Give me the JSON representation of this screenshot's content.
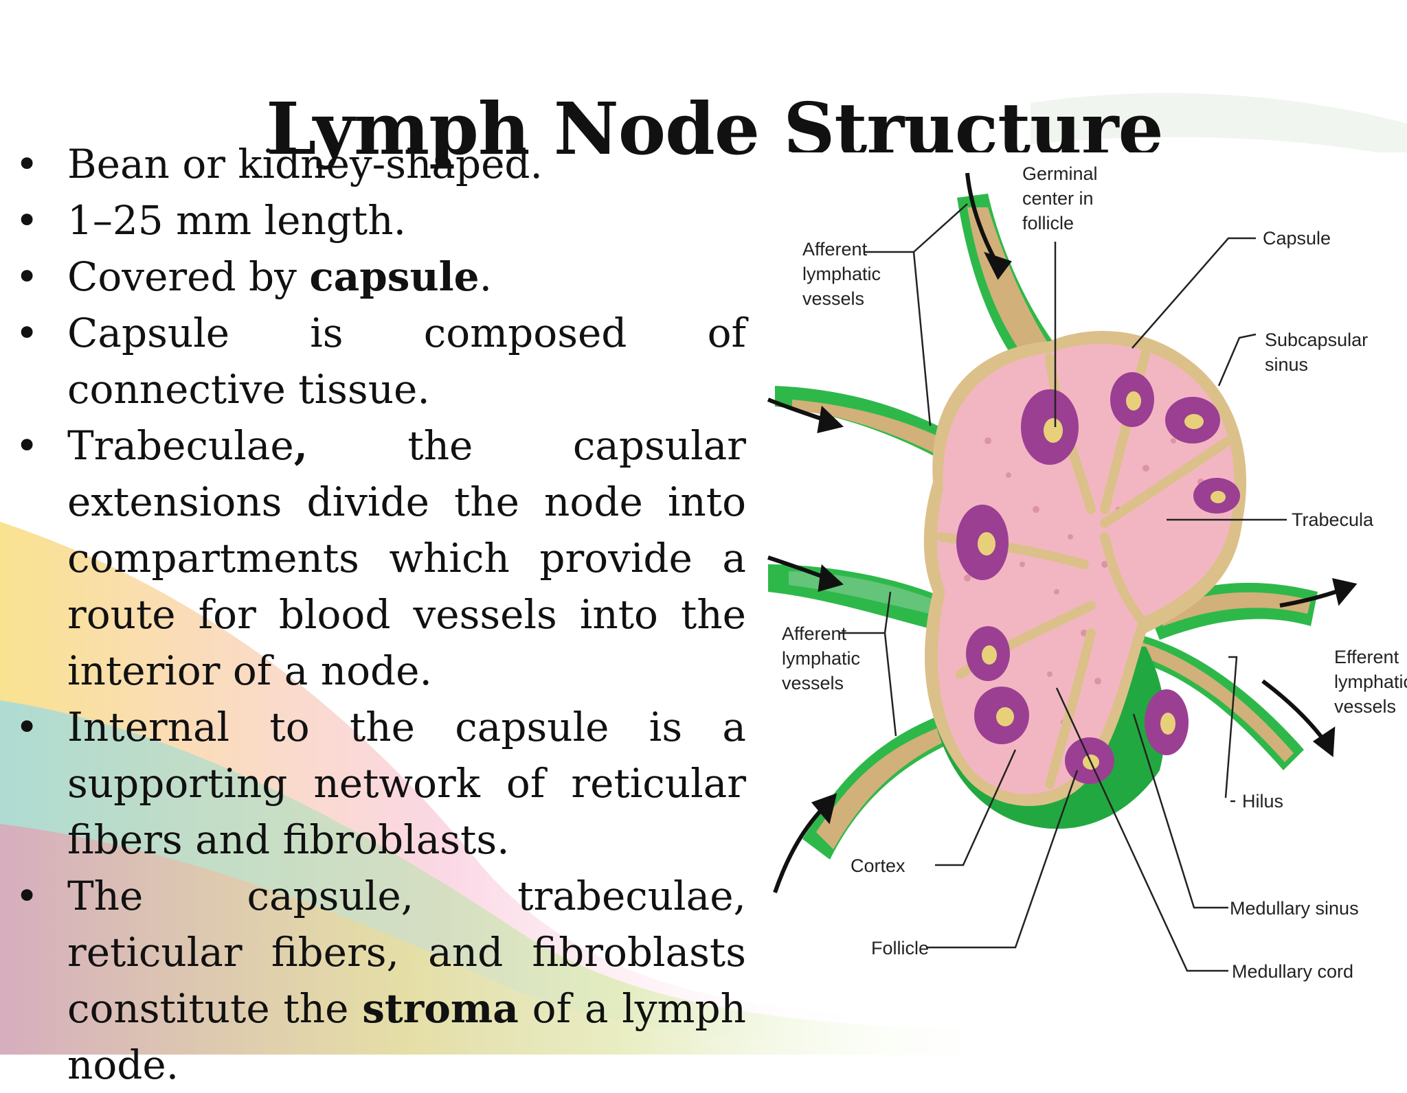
{
  "title": "Lymph Node Structure",
  "bullets": [
    {
      "parts": [
        {
          "text": "Bean or kidney-shaped.",
          "bold": false
        }
      ]
    },
    {
      "parts": [
        {
          "text": "1–25 mm length.",
          "bold": false
        }
      ]
    },
    {
      "parts": [
        {
          "text": "Covered by ",
          "bold": false
        },
        {
          "text": "capsule",
          "bold": true
        },
        {
          "text": ".",
          "bold": false
        }
      ]
    },
    {
      "parts": [
        {
          "text": "Capsule is composed of connective tissue.",
          "bold": false
        }
      ]
    },
    {
      "parts": [
        {
          "text": "Trabeculae",
          "bold": false
        },
        {
          "text": ",",
          "bold": true
        },
        {
          "text": " the capsular extensions divide the node into compartments which provide a route for blood vessels into the interior of a node.",
          "bold": false
        }
      ]
    },
    {
      "parts": [
        {
          "text": "Internal to the capsule is a supporting network of reticular fibers and fibroblasts.",
          "bold": false
        }
      ]
    },
    {
      "parts": [
        {
          "text": "The capsule, trabeculae, reticular fibers, and fibroblasts constitute the ",
          "bold": false
        },
        {
          "text": "stroma",
          "bold": true
        },
        {
          "text": " of a lymph node.",
          "bold": false
        }
      ]
    }
  ],
  "diagram": {
    "labels": {
      "germinal_center": [
        "Germinal",
        "center in",
        "follicle"
      ],
      "capsule": "Capsule",
      "afferent_top": [
        "Afferent",
        "lymphatic",
        "vessels"
      ],
      "subcapsular_sinus": [
        "Subcapsular",
        "sinus"
      ],
      "trabecula": "Trabecula",
      "afferent_bottom": [
        "Afferent",
        "lymphatic",
        "vessels"
      ],
      "efferent": [
        "Efferent",
        "lymphatic",
        "vessels"
      ],
      "hilus": "Hilus",
      "cortex": "Cortex",
      "medullary_sinus": "Medullary sinus",
      "follicle": "Follicle",
      "medullary_cord": "Medullary cord"
    }
  },
  "colors": {
    "node_tissue": "#f2b6c2",
    "capsule": "#d9bf8a",
    "follicle": "#9b3f93",
    "germinal_center": "#e8d07a",
    "lymphatic": "#2fb84a"
  }
}
